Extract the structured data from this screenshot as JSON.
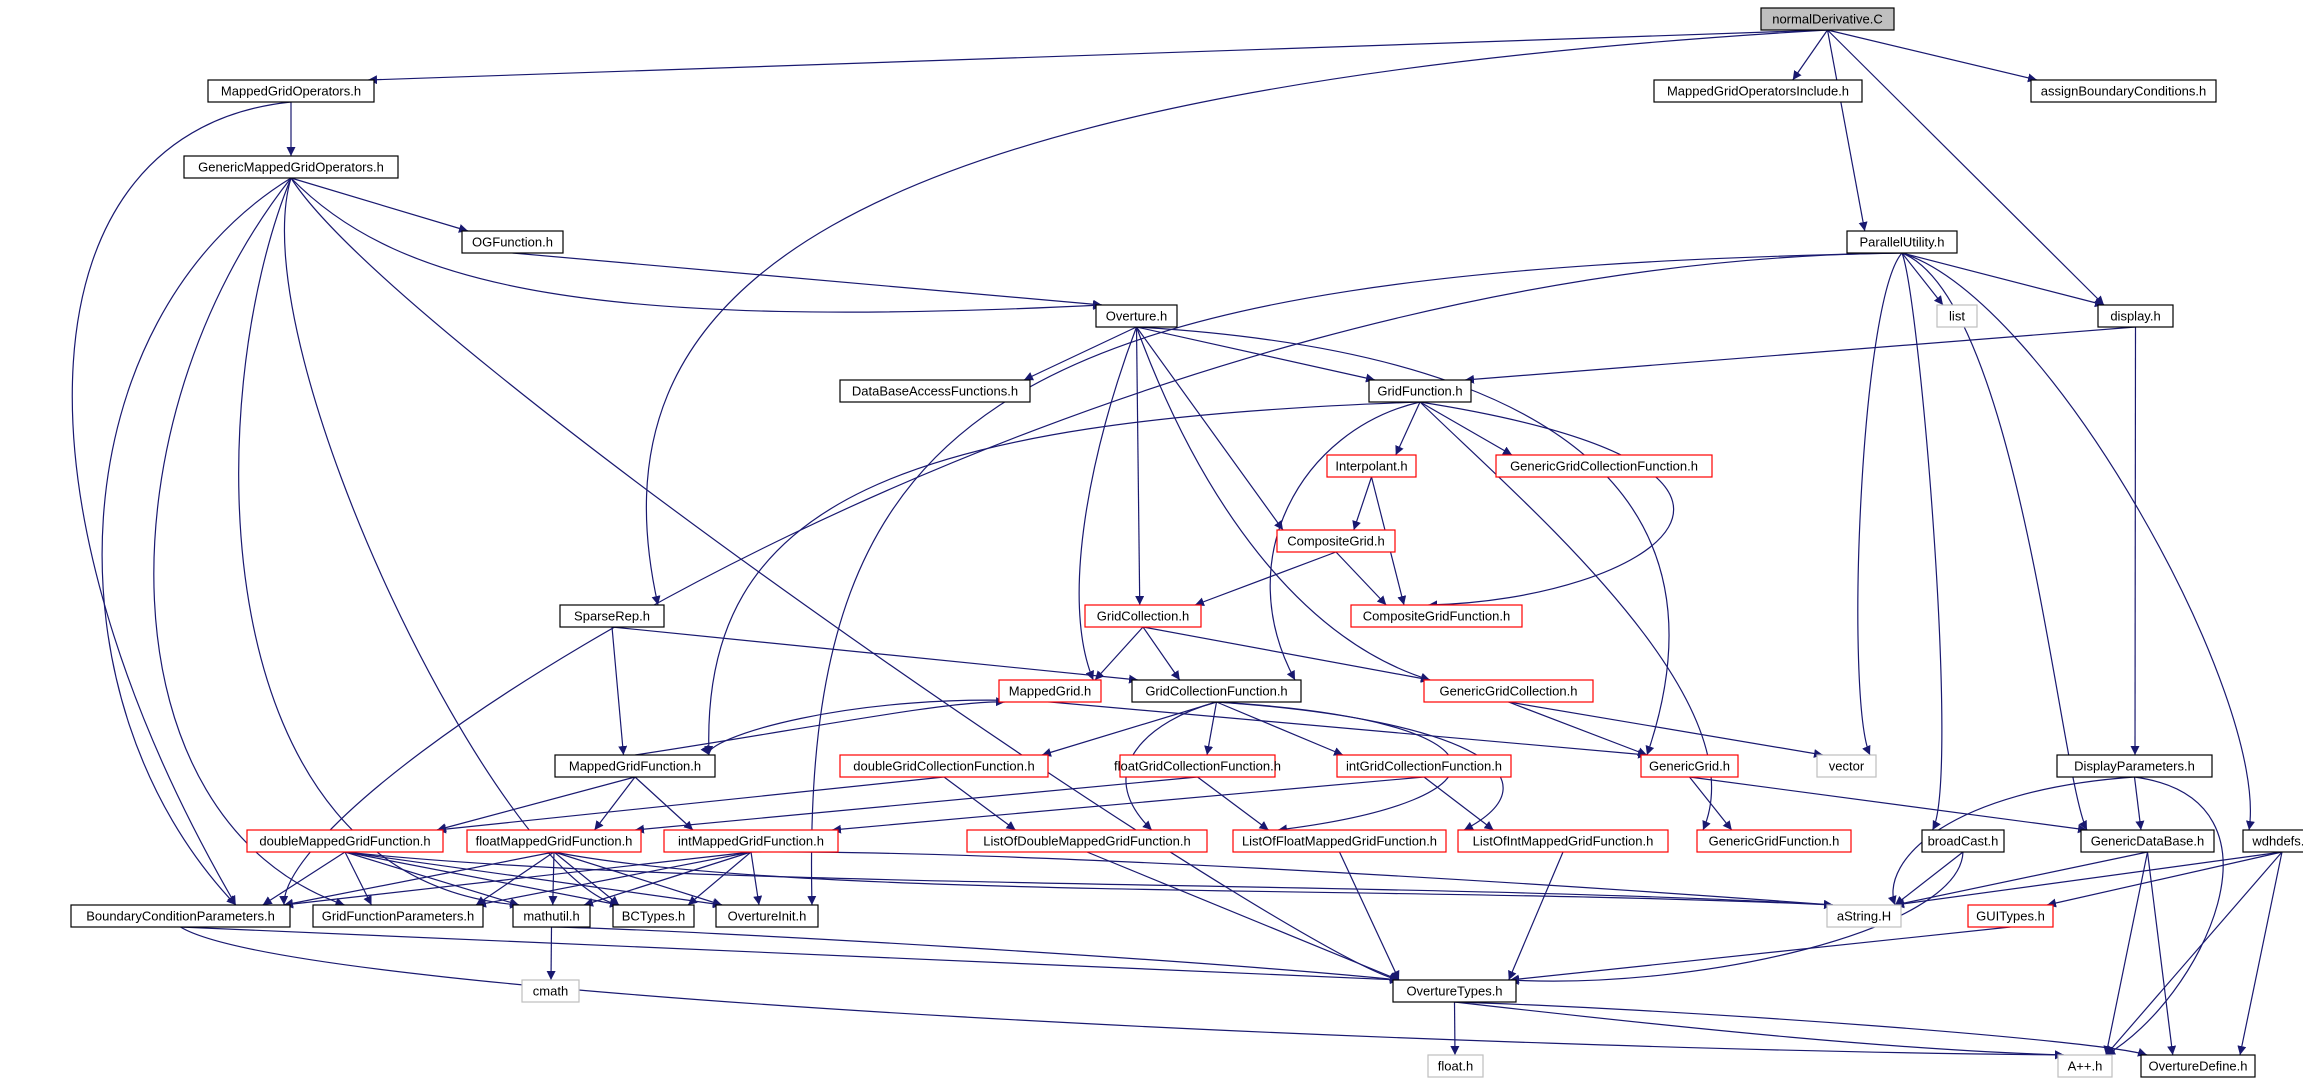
{
  "colors": {
    "edge": "#191970",
    "border_normal": "#000000",
    "border_red": "#ff0000",
    "border_gray": "#bfbfbf",
    "fill_root": "#bfbfbf",
    "fill_node": "#ffffff",
    "text": "#000000"
  },
  "nodes": [
    {
      "id": "root",
      "label": "normalDerivative.C",
      "style": "root"
    },
    {
      "id": "mgo",
      "label": "MappedGridOperators.h",
      "style": "normal"
    },
    {
      "id": "mgoi",
      "label": "MappedGridOperatorsInclude.h",
      "style": "normal"
    },
    {
      "id": "abc",
      "label": "assignBoundaryConditions.h",
      "style": "normal"
    },
    {
      "id": "gmgo",
      "label": "GenericMappedGridOperators.h",
      "style": "normal"
    },
    {
      "id": "ogf",
      "label": "OGFunction.h",
      "style": "normal"
    },
    {
      "id": "pu",
      "label": "ParallelUtility.h",
      "style": "normal"
    },
    {
      "id": "ov",
      "label": "Overture.h",
      "style": "normal"
    },
    {
      "id": "list",
      "label": "list",
      "style": "gray"
    },
    {
      "id": "disp",
      "label": "display.h",
      "style": "normal"
    },
    {
      "id": "dbaf",
      "label": "DataBaseAccessFunctions.h",
      "style": "normal"
    },
    {
      "id": "gf",
      "label": "GridFunction.h",
      "style": "normal"
    },
    {
      "id": "interp",
      "label": "Interpolant.h",
      "style": "red"
    },
    {
      "id": "gcf",
      "label": "GenericGridCollectionFunction.h",
      "style": "red"
    },
    {
      "id": "cg",
      "label": "CompositeGrid.h",
      "style": "red"
    },
    {
      "id": "sparse",
      "label": "SparseRep.h",
      "style": "normal"
    },
    {
      "id": "gc",
      "label": "GridCollection.h",
      "style": "red"
    },
    {
      "id": "cgf",
      "label": "CompositeGridFunction.h",
      "style": "red"
    },
    {
      "id": "mg",
      "label": "MappedGrid.h",
      "style": "red"
    },
    {
      "id": "gcfn",
      "label": "GridCollectionFunction.h",
      "style": "normal"
    },
    {
      "id": "ggc",
      "label": "GenericGridCollection.h",
      "style": "red"
    },
    {
      "id": "mgf",
      "label": "MappedGridFunction.h",
      "style": "normal"
    },
    {
      "id": "dgcf",
      "label": "doubleGridCollectionFunction.h",
      "style": "red"
    },
    {
      "id": "fgcf",
      "label": "floatGridCollectionFunction.h",
      "style": "red"
    },
    {
      "id": "igcf",
      "label": "intGridCollectionFunction.h",
      "style": "red"
    },
    {
      "id": "gg",
      "label": "GenericGrid.h",
      "style": "red"
    },
    {
      "id": "vec",
      "label": "vector",
      "style": "gray"
    },
    {
      "id": "dp",
      "label": "DisplayParameters.h",
      "style": "normal"
    },
    {
      "id": "dmgf",
      "label": "doubleMappedGridFunction.h",
      "style": "red"
    },
    {
      "id": "fmgf",
      "label": "floatMappedGridFunction.h",
      "style": "red"
    },
    {
      "id": "imgf",
      "label": "intMappedGridFunction.h",
      "style": "red"
    },
    {
      "id": "lodmgf",
      "label": "ListOfDoubleMappedGridFunction.h",
      "style": "red"
    },
    {
      "id": "lofmgf",
      "label": "ListOfFloatMappedGridFunction.h",
      "style": "red"
    },
    {
      "id": "loimgf",
      "label": "ListOfIntMappedGridFunction.h",
      "style": "red"
    },
    {
      "id": "ggf",
      "label": "GenericGridFunction.h",
      "style": "red"
    },
    {
      "id": "bc",
      "label": "broadCast.h",
      "style": "normal"
    },
    {
      "id": "gdb",
      "label": "GenericDataBase.h",
      "style": "normal"
    },
    {
      "id": "wdh",
      "label": "wdhdefs.h",
      "style": "normal"
    },
    {
      "id": "bcp",
      "label": "BoundaryConditionParameters.h",
      "style": "normal"
    },
    {
      "id": "gfp",
      "label": "GridFunctionParameters.h",
      "style": "normal"
    },
    {
      "id": "mu",
      "label": "mathutil.h",
      "style": "normal"
    },
    {
      "id": "bct",
      "label": "BCTypes.h",
      "style": "normal"
    },
    {
      "id": "oi",
      "label": "OvertureInit.h",
      "style": "normal"
    },
    {
      "id": "astr",
      "label": "aString.H",
      "style": "gray"
    },
    {
      "id": "gui",
      "label": "GUITypes.h",
      "style": "red"
    },
    {
      "id": "cmath",
      "label": "cmath",
      "style": "gray"
    },
    {
      "id": "ot",
      "label": "OvertureTypes.h",
      "style": "normal"
    },
    {
      "id": "floath",
      "label": "float.h",
      "style": "gray"
    },
    {
      "id": "app",
      "label": "A++.h",
      "style": "gray"
    },
    {
      "id": "odef",
      "label": "OvertureDefine.h",
      "style": "normal"
    }
  ],
  "edges": [
    [
      "root",
      "mgo"
    ],
    [
      "root",
      "mgoi"
    ],
    [
      "root",
      "abc"
    ],
    [
      "root",
      "sparse"
    ],
    [
      "root",
      "pu"
    ],
    [
      "root",
      "disp"
    ],
    [
      "mgo",
      "gmgo"
    ],
    [
      "mgo",
      "bcp"
    ],
    [
      "gmgo",
      "ogf"
    ],
    [
      "gmgo",
      "ov"
    ],
    [
      "gmgo",
      "ot"
    ],
    [
      "gmgo",
      "bcp"
    ],
    [
      "gmgo",
      "gfp"
    ],
    [
      "gmgo",
      "bct"
    ],
    [
      "gmgo",
      "mu"
    ],
    [
      "ogf",
      "ov"
    ],
    [
      "pu",
      "list"
    ],
    [
      "pu",
      "disp"
    ],
    [
      "pu",
      "vec"
    ],
    [
      "pu",
      "bc"
    ],
    [
      "pu",
      "gdb"
    ],
    [
      "pu",
      "wdh"
    ],
    [
      "pu",
      "oi"
    ],
    [
      "pu",
      "bcp"
    ],
    [
      "disp",
      "gf"
    ],
    [
      "disp",
      "dp"
    ],
    [
      "ov",
      "dbaf"
    ],
    [
      "ov",
      "gf"
    ],
    [
      "ov",
      "cg"
    ],
    [
      "ov",
      "gc"
    ],
    [
      "ov",
      "mg"
    ],
    [
      "ov",
      "ggc"
    ],
    [
      "ov",
      "gg"
    ],
    [
      "gf",
      "interp"
    ],
    [
      "gf",
      "gcf"
    ],
    [
      "gf",
      "cgf"
    ],
    [
      "gf",
      "gcfn"
    ],
    [
      "gf",
      "mgf"
    ],
    [
      "gf",
      "ggf"
    ],
    [
      "interp",
      "cg"
    ],
    [
      "interp",
      "cgf"
    ],
    [
      "cg",
      "gc"
    ],
    [
      "cg",
      "cgf"
    ],
    [
      "sparse",
      "mgf"
    ],
    [
      "sparse",
      "gcfn"
    ],
    [
      "gc",
      "mg"
    ],
    [
      "gc",
      "gcfn"
    ],
    [
      "gc",
      "ggc"
    ],
    [
      "mg",
      "mgf"
    ],
    [
      "mg",
      "gg"
    ],
    [
      "mgf",
      "mg"
    ],
    [
      "mgf",
      "dmgf"
    ],
    [
      "mgf",
      "fmgf"
    ],
    [
      "mgf",
      "imgf"
    ],
    [
      "gcfn",
      "dgcf"
    ],
    [
      "gcfn",
      "fgcf"
    ],
    [
      "gcfn",
      "igcf"
    ],
    [
      "gcfn",
      "lodmgf"
    ],
    [
      "gcfn",
      "lofmgf"
    ],
    [
      "gcfn",
      "loimgf"
    ],
    [
      "ggc",
      "gg"
    ],
    [
      "ggc",
      "vec"
    ],
    [
      "gg",
      "ggf"
    ],
    [
      "gg",
      "gdb"
    ],
    [
      "dgcf",
      "dmgf"
    ],
    [
      "dgcf",
      "lodmgf"
    ],
    [
      "fgcf",
      "fmgf"
    ],
    [
      "fgcf",
      "lofmgf"
    ],
    [
      "igcf",
      "imgf"
    ],
    [
      "igcf",
      "loimgf"
    ],
    [
      "dmgf",
      "bcp"
    ],
    [
      "dmgf",
      "gfp"
    ],
    [
      "dmgf",
      "mu"
    ],
    [
      "dmgf",
      "bct"
    ],
    [
      "dmgf",
      "oi"
    ],
    [
      "dmgf",
      "astr"
    ],
    [
      "fmgf",
      "bcp"
    ],
    [
      "fmgf",
      "gfp"
    ],
    [
      "fmgf",
      "mu"
    ],
    [
      "fmgf",
      "bct"
    ],
    [
      "fmgf",
      "oi"
    ],
    [
      "fmgf",
      "astr"
    ],
    [
      "imgf",
      "bcp"
    ],
    [
      "imgf",
      "gfp"
    ],
    [
      "imgf",
      "mu"
    ],
    [
      "imgf",
      "bct"
    ],
    [
      "imgf",
      "oi"
    ],
    [
      "imgf",
      "astr"
    ],
    [
      "lodmgf",
      "ot"
    ],
    [
      "lofmgf",
      "ot"
    ],
    [
      "loimgf",
      "ot"
    ],
    [
      "dp",
      "astr"
    ],
    [
      "dp",
      "gdb"
    ],
    [
      "dp",
      "app"
    ],
    [
      "bc",
      "astr"
    ],
    [
      "bc",
      "ot"
    ],
    [
      "gdb",
      "astr"
    ],
    [
      "gdb",
      "app"
    ],
    [
      "gdb",
      "odef"
    ],
    [
      "wdh",
      "astr"
    ],
    [
      "wdh",
      "gui"
    ],
    [
      "wdh",
      "app"
    ],
    [
      "wdh",
      "odef"
    ],
    [
      "gui",
      "ot"
    ],
    [
      "bcp",
      "app"
    ],
    [
      "bcp",
      "ot"
    ],
    [
      "mu",
      "cmath"
    ],
    [
      "mu",
      "ot"
    ],
    [
      "ot",
      "floath"
    ],
    [
      "ot",
      "app"
    ],
    [
      "ot",
      "odef"
    ]
  ]
}
